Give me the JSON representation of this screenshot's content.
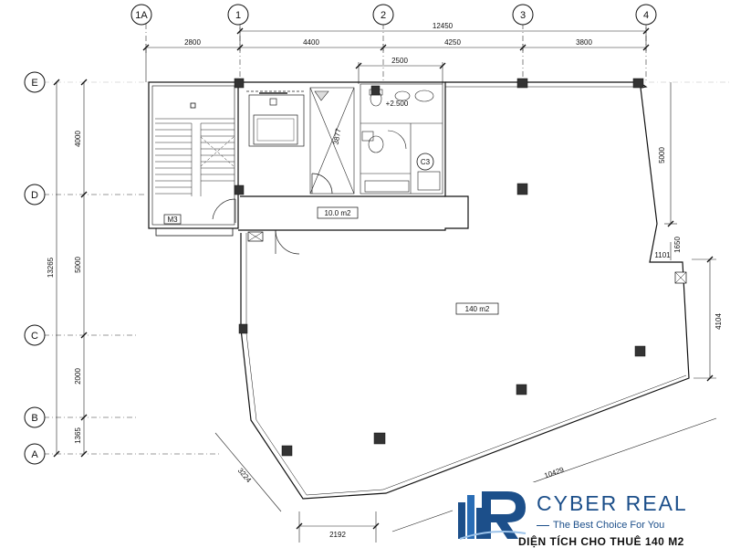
{
  "grid_axes": {
    "vertical": [
      "1A",
      "1",
      "2",
      "3",
      "4"
    ],
    "horizontal": [
      "E",
      "D",
      "C",
      "B",
      "A"
    ]
  },
  "dimensions": {
    "overall_top": "12450",
    "top_segments": [
      "2800",
      "4400",
      "4250",
      "3800"
    ],
    "wc_width": "2500",
    "left_overall": "13265",
    "left_segments": [
      "4000",
      "5000",
      "2000",
      "1365"
    ],
    "right_upper": "5000",
    "right_small_a": "1650",
    "right_small_b": "1101",
    "right_lower": "4104",
    "bottom_left_angled": "3224",
    "bottom_flat": "2192",
    "bottom_right_angled": "10429"
  },
  "rooms": {
    "lobby_area": "10.0 m2",
    "main_area": "140 m2",
    "lift_tag": "M3",
    "toilet_tag": "C3",
    "level_tag": "+2.500",
    "shaft_tag": "3877"
  },
  "logo": {
    "brand": "CYBER REAL",
    "tagline": "The Best Choice For You",
    "brand_color": "#1c4f8a"
  },
  "caption": "DIỆN TÍCH CHO THUÊ 140 M2"
}
